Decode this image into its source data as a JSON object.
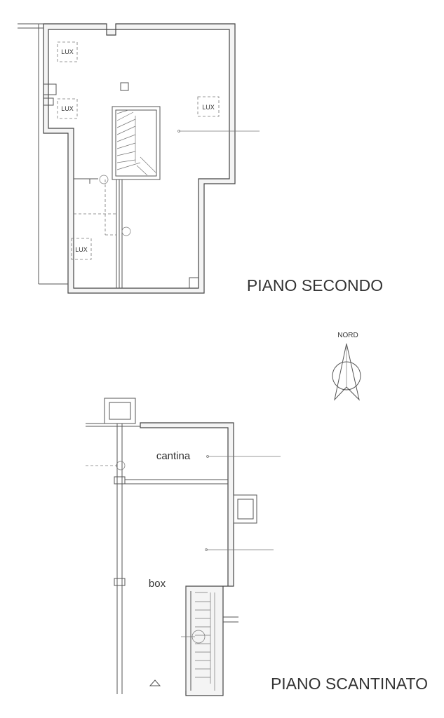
{
  "floors": {
    "upper": {
      "title": "PIANO SECONDO",
      "lux_labels": [
        "LUX",
        "LUX",
        "LUX",
        "LUX"
      ]
    },
    "basement": {
      "title": "PIANO SCANTINATO",
      "rooms": [
        "cantina",
        "box"
      ]
    }
  },
  "compass": {
    "label": "NORD"
  }
}
